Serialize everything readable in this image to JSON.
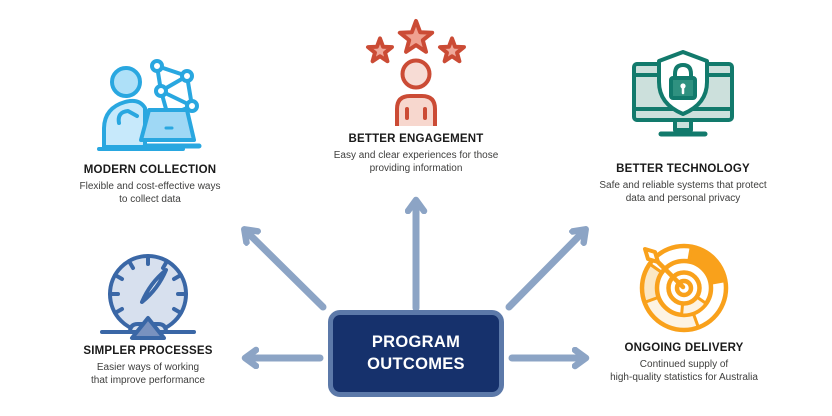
{
  "center_box": {
    "label": "PROGRAM\nOUTCOMES"
  },
  "outcomes": [
    {
      "id": "modern-collection",
      "title": "MODERN COLLECTION",
      "description": "Flexible and cost-effective ways\nto collect data",
      "icon": "person-laptop-network-icon",
      "accent_color": "#29A7E0"
    },
    {
      "id": "better-engagement",
      "title": "BETTER ENGAGEMENT",
      "description": "Easy and clear experiences for those\nproviding information",
      "icon": "person-three-stars-icon",
      "accent_color": "#CB4B35"
    },
    {
      "id": "better-technology",
      "title": "BETTER TECHNOLOGY",
      "description": "Safe and reliable systems that protect\ndata and personal privacy",
      "icon": "monitor-shield-lock-icon",
      "accent_color": "#127A6C"
    },
    {
      "id": "simpler-processes",
      "title": "SIMPLER PROCESSES",
      "description": "Easier ways of working\nthat improve performance",
      "icon": "speedometer-icon",
      "accent_color": "#3A67A6"
    },
    {
      "id": "ongoing-delivery",
      "title": "ONGOING DELIVERY",
      "description": "Continued supply of\nhigh-quality statistics for Australia",
      "icon": "dartboard-dart-icon",
      "accent_color": "#F9A11B"
    }
  ],
  "colors": {
    "background": "#FFFFFF",
    "arrow": "#8CA4C5",
    "box_fill": "#16316C",
    "box_border": "#5C79A9",
    "box_label_text": "#FFFFFF",
    "title_text": "#1A1A1A",
    "description_text": "#3E3E3D"
  }
}
